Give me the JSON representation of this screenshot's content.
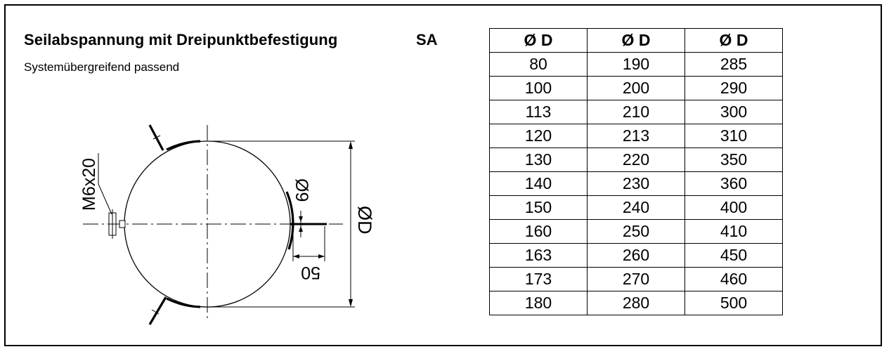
{
  "header": {
    "title": "Seilabspannung mit Dreipunktbefestigung",
    "code": "SA",
    "subtitle": "Systemübergreifend passend"
  },
  "drawing": {
    "bolt_label": "M6x20",
    "hole_label": "Ø9",
    "offset_label": "50",
    "diameter_label": "ØD"
  },
  "table": {
    "headers": [
      "Ø D",
      "Ø D",
      "Ø D"
    ],
    "rows": [
      [
        "80",
        "190",
        "285"
      ],
      [
        "100",
        "200",
        "290"
      ],
      [
        "113",
        "210",
        "300"
      ],
      [
        "120",
        "213",
        "310"
      ],
      [
        "130",
        "220",
        "350"
      ],
      [
        "140",
        "230",
        "360"
      ],
      [
        "150",
        "240",
        "400"
      ],
      [
        "160",
        "250",
        "410"
      ],
      [
        "163",
        "260",
        "450"
      ],
      [
        "173",
        "270",
        "460"
      ],
      [
        "180",
        "280",
        "500"
      ]
    ]
  }
}
